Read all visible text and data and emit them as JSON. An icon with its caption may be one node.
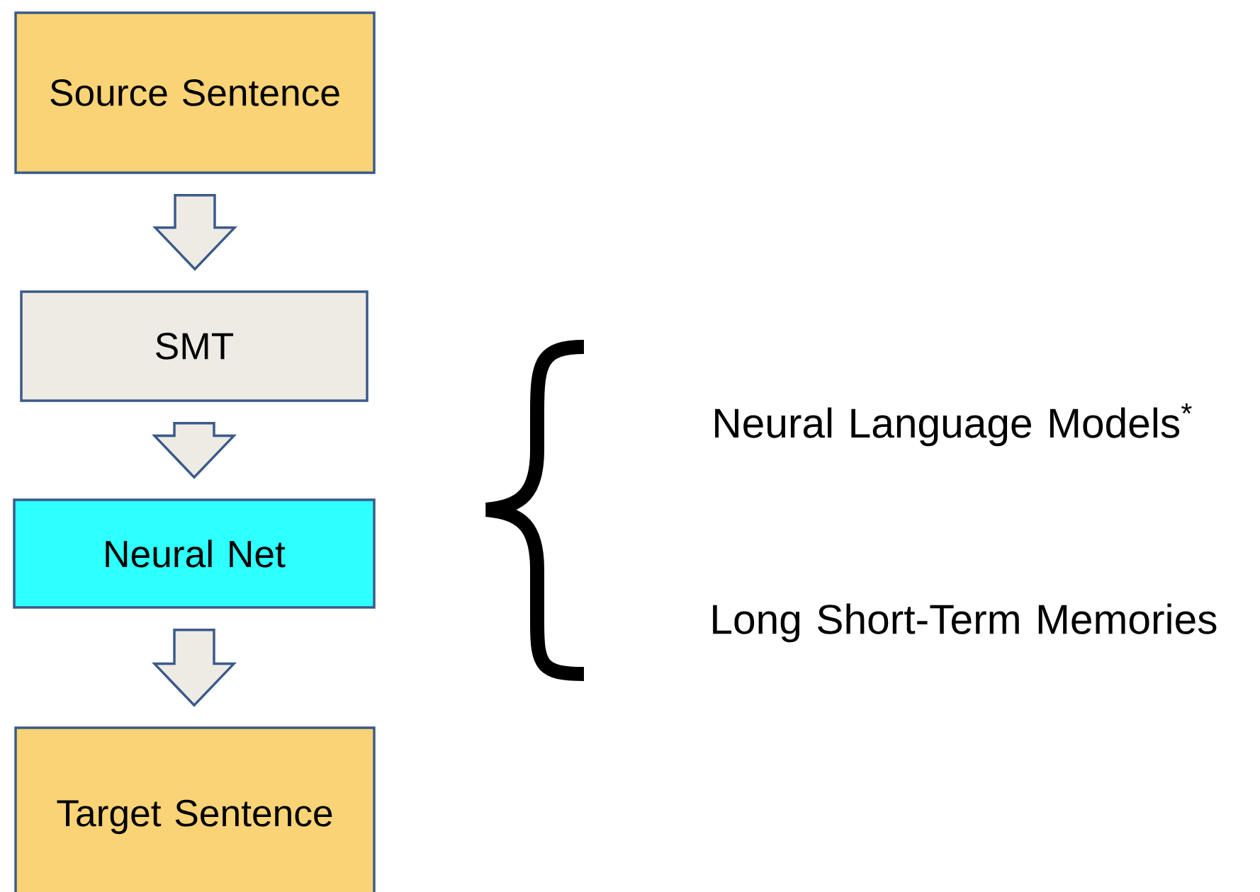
{
  "diagram": {
    "nodes": [
      {
        "text": [
          "Source Sentence"
        ]
      },
      {
        "text": [
          "SMT"
        ]
      },
      {
        "text": [
          "Neural Net"
        ]
      },
      {
        "text": [
          "Target Sentence"
        ]
      }
    ],
    "edges": [
      {
        "from": 0,
        "to": 1,
        "arrow": "to"
      },
      {
        "from": 1,
        "to": 2,
        "arrow": "to"
      },
      {
        "from": 2,
        "to": 3,
        "arrow": "to"
      }
    ],
    "labels": [
      "Neural Language Models$^{*}$",
      "Long Short-Term Memories"
    ]
  }
}
